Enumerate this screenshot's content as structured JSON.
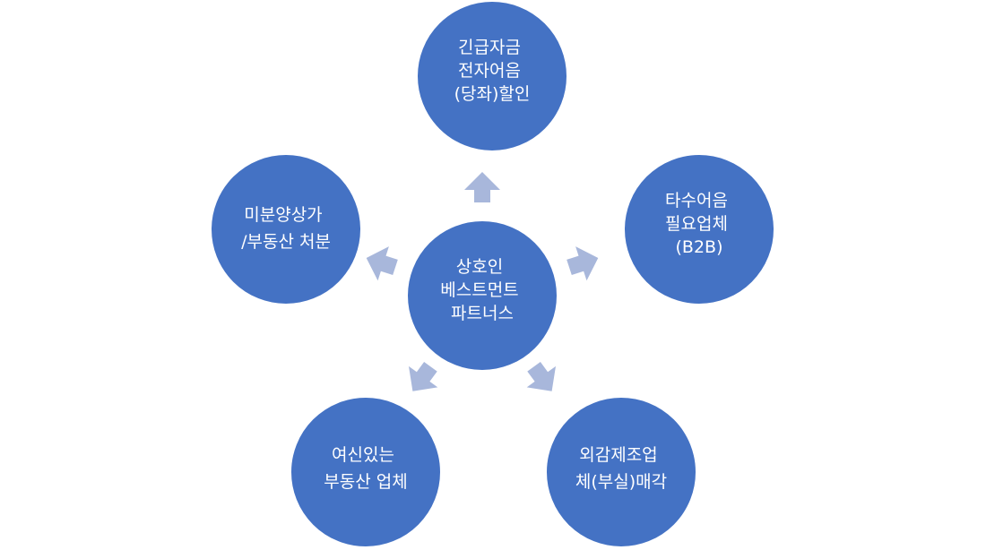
{
  "center": {
    "lines": [
      "상호인",
      "베스트먼트",
      "파트너스"
    ]
  },
  "nodes": [
    {
      "id": "top",
      "lines": [
        "긴급자금",
        "전자어음",
        "(당좌)할인"
      ]
    },
    {
      "id": "right",
      "lines": [
        "타수어음",
        "필요업체",
        "(B2B)"
      ]
    },
    {
      "id": "bottom-right",
      "lines": [
        "외감제조업",
        "체(부실)매각"
      ]
    },
    {
      "id": "bottom-left",
      "lines": [
        "여신있는",
        "부동산 업체"
      ]
    },
    {
      "id": "left",
      "lines": [
        "미분양상가",
        "/부동산 처분"
      ]
    }
  ],
  "colors": {
    "circle_fill": "#4472C4",
    "circle_stroke": "#ffffff",
    "arrow_fill": "#A8B7DB",
    "text": "#ffffff"
  }
}
